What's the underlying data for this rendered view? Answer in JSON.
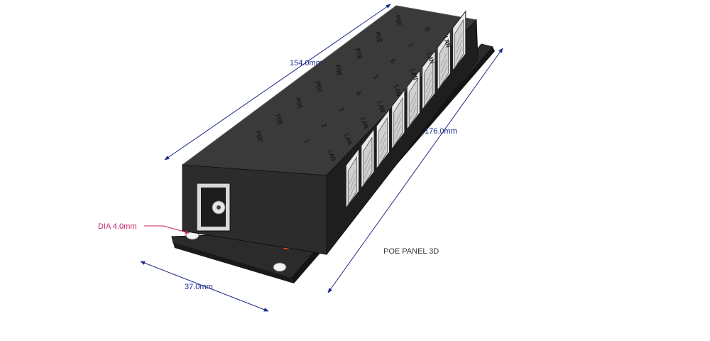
{
  "dimensions": {
    "length_top": "154.0mm",
    "length_side": "176.0mm",
    "width": "37.0mm",
    "hole": "DIA 4.0mm"
  },
  "caption": "POE PANEL 3D",
  "top_labels": {
    "poe": [
      "POE",
      "POE",
      "POE",
      "POE",
      "POE",
      "POE",
      "POE",
      "POE"
    ],
    "numbers": [
      "1",
      "2",
      "3",
      "4",
      "5",
      "6",
      "7",
      "8"
    ],
    "lan": [
      "LAN",
      "LAN",
      "LAN",
      "LAN",
      "LAN",
      "LAN",
      "LAN",
      "LAN"
    ]
  },
  "colors": {
    "dimension": "#1a2a8c",
    "hole_callout": "#c0206a",
    "body_top": "#3a3a3a",
    "body_front": "#2c2c2c",
    "body_side": "#1e1e1e",
    "plate": "#262626",
    "led": "#ff4a1a"
  }
}
